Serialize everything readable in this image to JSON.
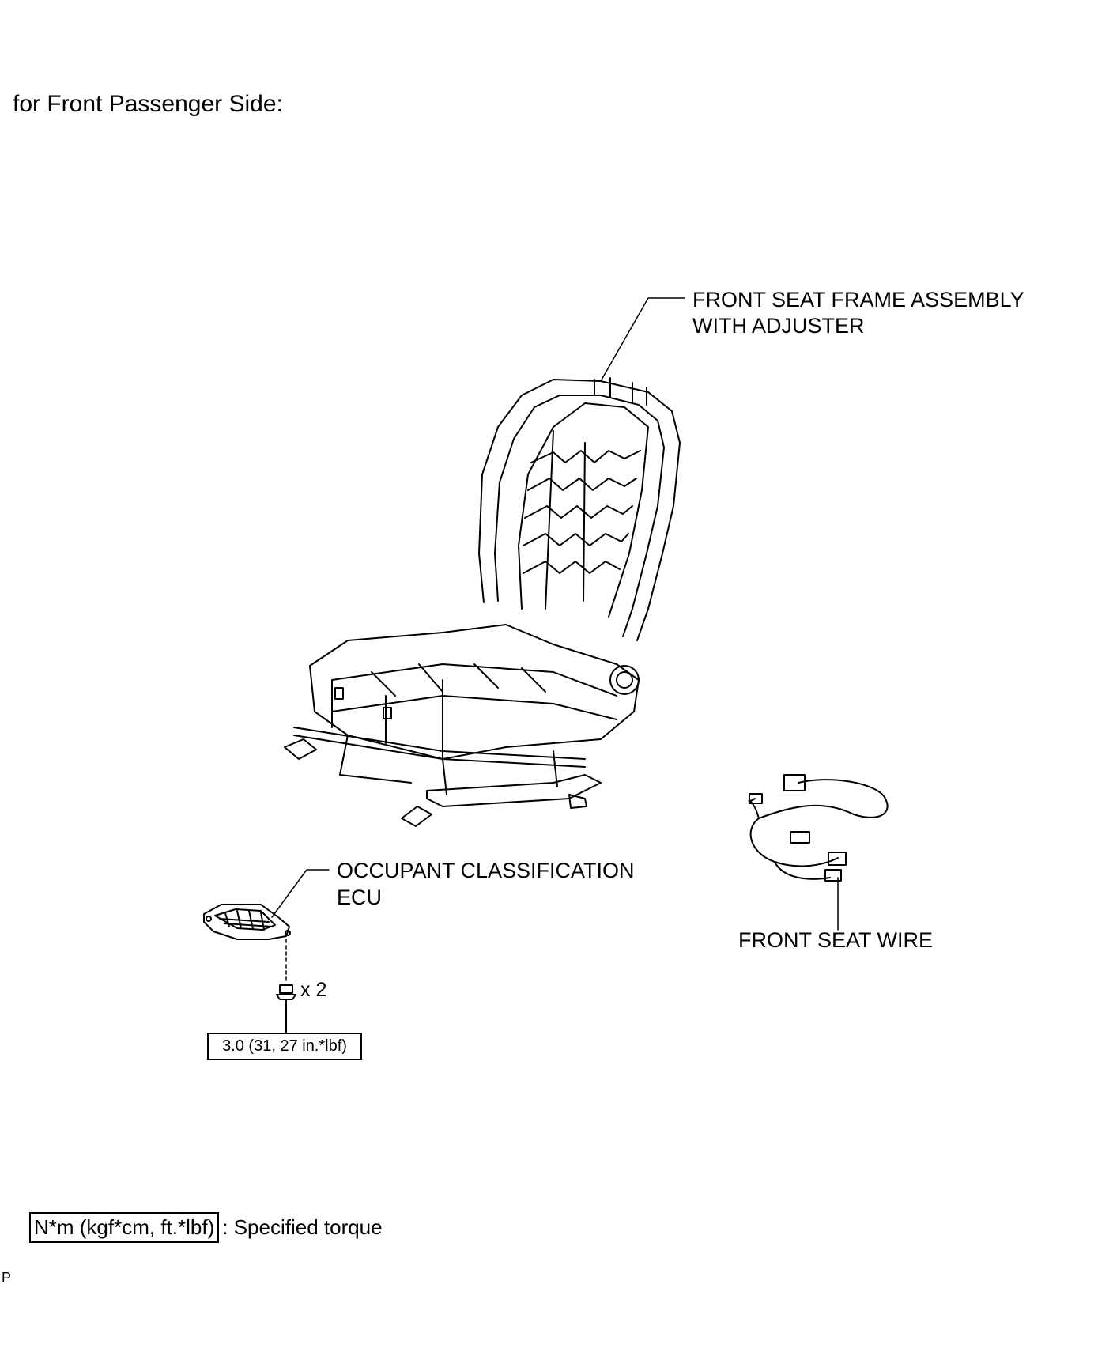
{
  "heading": "for Front Passenger Side:",
  "parts": {
    "frame": {
      "line1": "FRONT SEAT FRAME ASSEMBLY",
      "line2": "WITH ADJUSTER",
      "icon": "seat-frame-icon"
    },
    "ecu": {
      "line1": "OCCUPANT CLASSIFICATION",
      "line2": "ECU",
      "icon": "ecu-icon"
    },
    "wire": {
      "label": "FRONT SEAT WIRE",
      "icon": "wire-harness-icon"
    },
    "bolt": {
      "quantity": "x 2",
      "torque": "3.0 (31, 27 in.*lbf)",
      "icon": "bolt-icon"
    }
  },
  "legend": {
    "box_text": "N*m (kgf*cm, ft.*lbf)",
    "description": ": Specified torque"
  },
  "code": "P"
}
